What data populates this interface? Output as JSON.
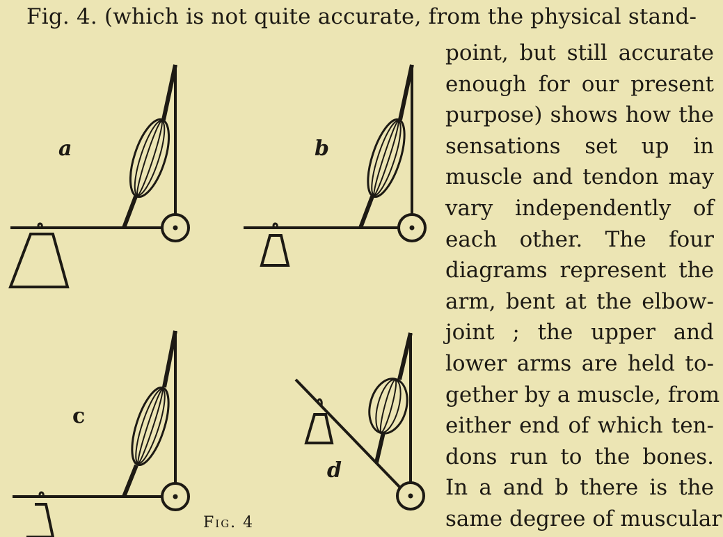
{
  "text": {
    "first_line": "Fig. 4. (which is not quite accurate, from the physical stand-",
    "column_lines": [
      "point, but still accurate",
      "enough for our present",
      "purpose) shows how the",
      "sensations set up in",
      "muscle and tendon may",
      "vary independently of",
      "each other. The four",
      "diagrams represent the",
      "arm, bent at the elbow-",
      "joint ; the upper and",
      "lower arms are held to-",
      "gether by a muscle, from",
      "either end of which ten-",
      "dons run to the bones.",
      "In a and b there is the",
      "same degree of muscular"
    ],
    "caption": "Fig. 4"
  },
  "figure": {
    "labels": {
      "a": "a",
      "b": "b",
      "c": "c",
      "d": "d"
    }
  },
  "colors": {
    "paper": "#ece5b4",
    "ink": "#1d1a14"
  }
}
